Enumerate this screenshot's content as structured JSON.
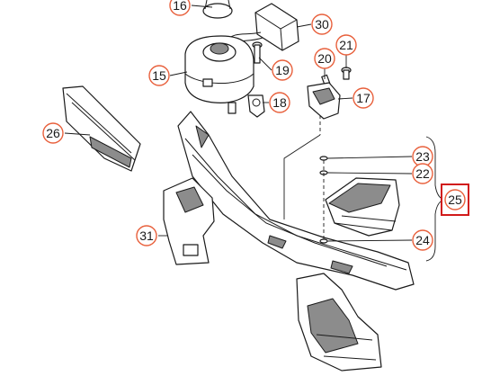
{
  "callouts": {
    "c16": "16",
    "c30": "30",
    "c21": "21",
    "c15": "15",
    "c19": "19",
    "c20": "20",
    "c17": "17",
    "c18": "18",
    "c26": "26",
    "c23": "23",
    "c22": "22",
    "c25": "25",
    "c31": "31",
    "c24": "24"
  },
  "colors": {
    "callout_ring": "#e8603c",
    "selected_frame": "#d11a1a"
  },
  "selected_callout": "25"
}
